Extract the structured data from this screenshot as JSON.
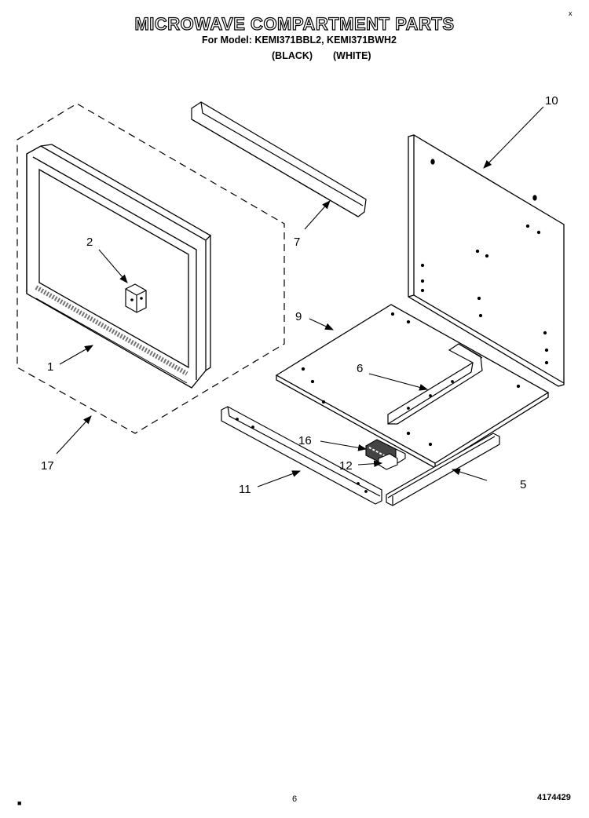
{
  "header": {
    "title": "MICROWAVE COMPARTMENT PARTS",
    "model_line": "For Model: KEMI371BBL2, KEMI371BWH2",
    "color_black": "(BLACK)",
    "color_white": "(WHITE)"
  },
  "callouts": [
    {
      "id": "1",
      "label": "1"
    },
    {
      "id": "2",
      "label": "2"
    },
    {
      "id": "5",
      "label": "5"
    },
    {
      "id": "6",
      "label": "6"
    },
    {
      "id": "7",
      "label": "7"
    },
    {
      "id": "9",
      "label": "9"
    },
    {
      "id": "10",
      "label": "10"
    },
    {
      "id": "11",
      "label": "11"
    },
    {
      "id": "12",
      "label": "12"
    },
    {
      "id": "16",
      "label": "16"
    },
    {
      "id": "17",
      "label": "17"
    }
  ],
  "footer": {
    "page_number": "6",
    "doc_number": "4174429",
    "corner_mark": "x",
    "dot_mark": "■"
  }
}
